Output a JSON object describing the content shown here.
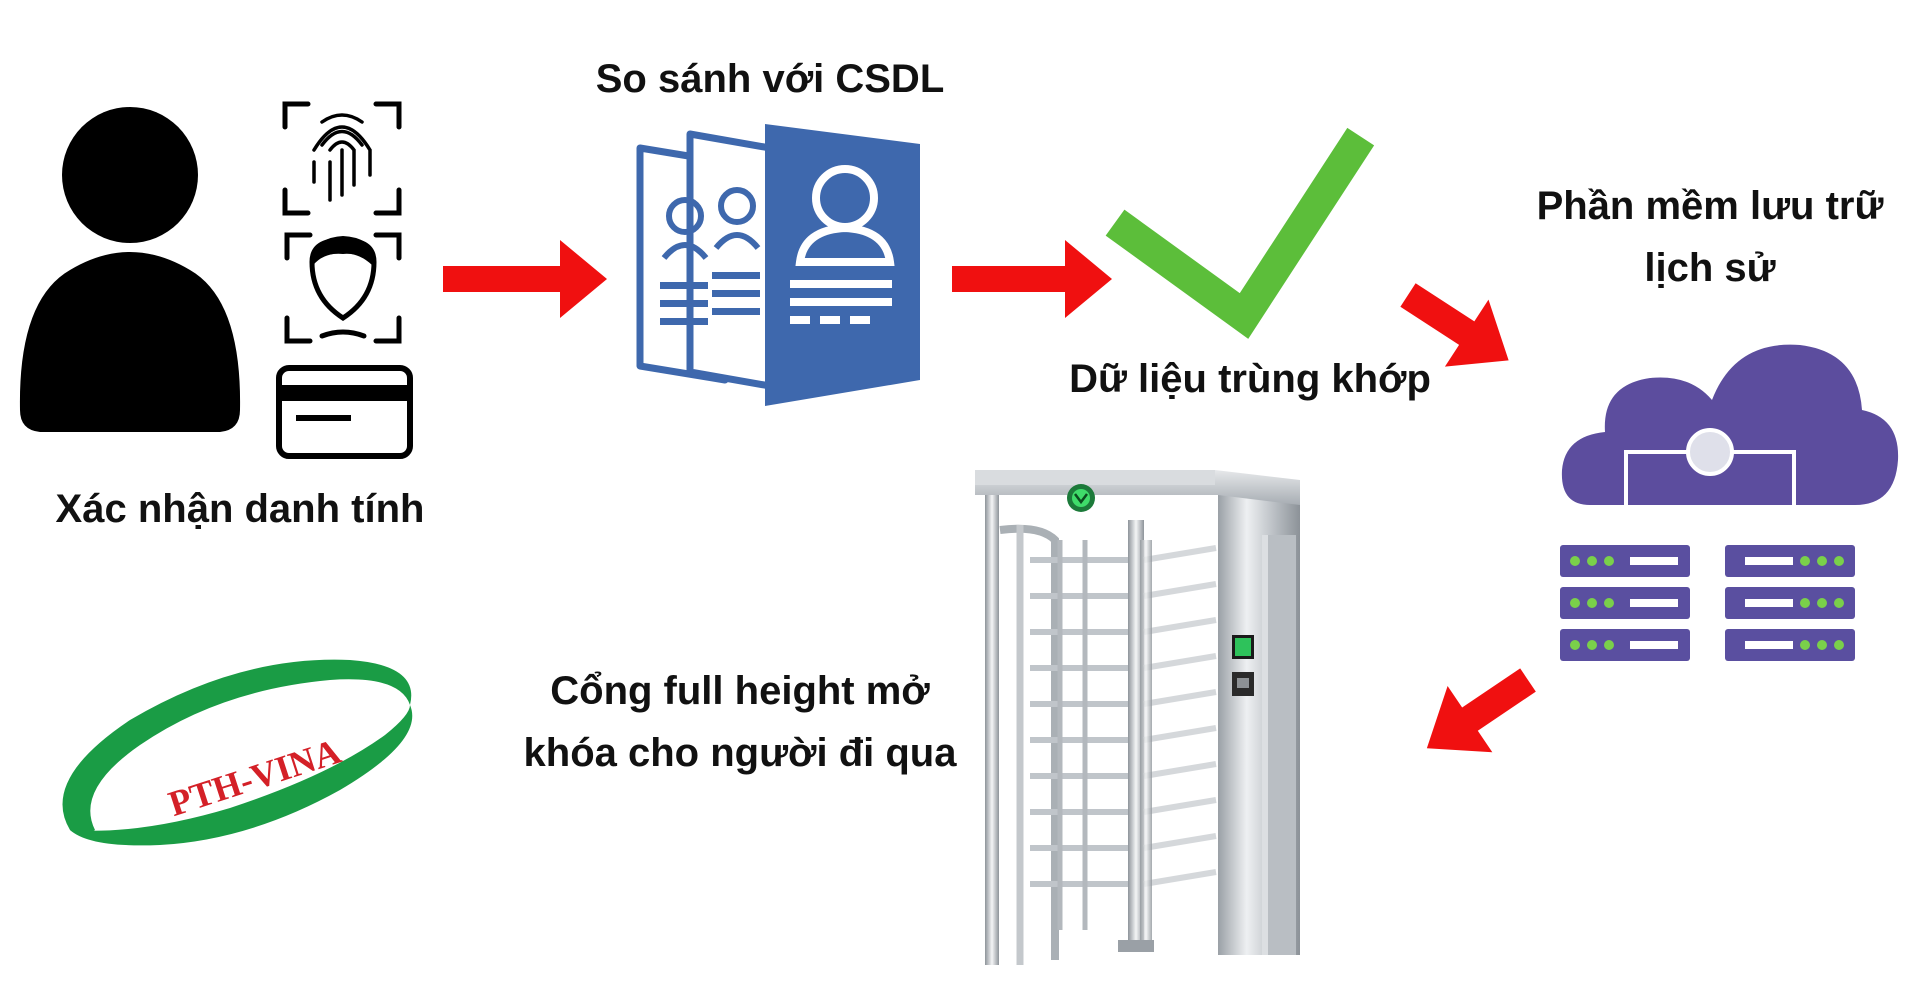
{
  "steps": {
    "identity": "Xác nhận danh tính",
    "compare": "So sánh với CSDL",
    "match": "Dữ liệu trùng khớp",
    "storage_line1": "Phần mềm lưu trữ",
    "storage_line2": "lịch sử",
    "gate_line1": "Cổng full height mở",
    "gate_line2": "khóa cho người đi qua"
  },
  "logo": {
    "text": "PTH-VINA"
  },
  "colors": {
    "arrow": "#f01010",
    "check": "#5cbe3a",
    "document": "#3e68ad",
    "cloud": "#5c4d9e",
    "server": "#5a4fa0",
    "logo_green": "#1a9c45",
    "logo_red": "#d42027",
    "gate_metal": "#c9cdd2"
  },
  "icons": [
    "person-silhouette-icon",
    "fingerprint-icon",
    "face-scan-icon",
    "card-icon",
    "document-stack-icon",
    "checkmark-icon",
    "cloud-server-icon",
    "turnstile-gate-icon"
  ]
}
